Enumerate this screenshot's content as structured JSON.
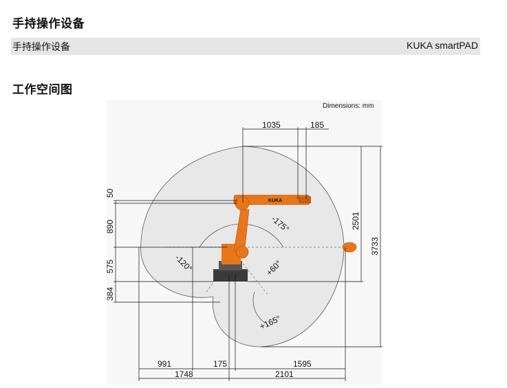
{
  "section1": {
    "title": "手持操作设备",
    "row_key": "手持操作设备",
    "row_value": "KUKA smartPAD"
  },
  "section2": {
    "title": "工作空间图"
  },
  "figure": {
    "units_note": "Dimensions: mm",
    "brand": "KUKA",
    "colors": {
      "robot": "#e8761a",
      "robot_dark": "#b44f08",
      "base": "#3a3a3a",
      "workspace": "#e6e6e6",
      "bg": "#f3f3f3"
    },
    "dims": {
      "top_a": "1035",
      "top_b": "185",
      "left_a": "50",
      "left_b": "890",
      "left_c": "575",
      "left_d": "384",
      "right_a": "2501",
      "right_b": "3733",
      "bottom_a": "991",
      "bottom_b": "175",
      "bottom_c": "1595",
      "bottom_d": "1748",
      "bottom_e": "2101"
    },
    "angles": {
      "a1": "-175°",
      "a2": "-120°",
      "a3": "+60°",
      "a4": "+165°"
    }
  }
}
